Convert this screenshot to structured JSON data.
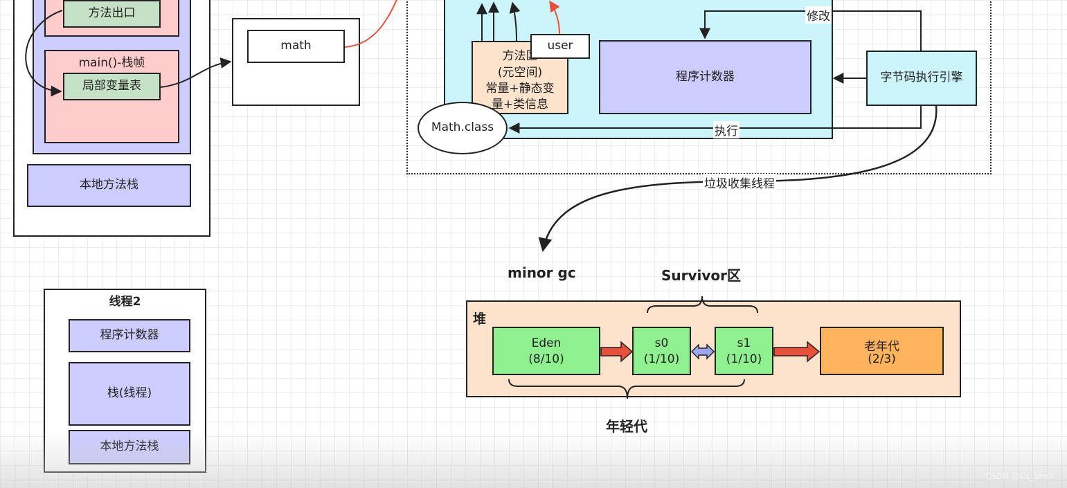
{
  "thread1": {
    "method_exit": "方法出口",
    "main_frame": "main()-栈帧",
    "local_vars": "局部变量表",
    "native_stack": "本地方法栈"
  },
  "heap_object": {
    "label": "math"
  },
  "method_area": {
    "title_line1": "方法区",
    "title_line2": "(元空间)",
    "title_line3": "常量+静态变",
    "title_line4": "量+类信息",
    "user": "user",
    "math_class": "Math.class",
    "program_counter": "程序计数器",
    "bytecode_engine": "字节码执行引擎",
    "modify": "修改",
    "execute": "执行"
  },
  "gc_thread": "垃圾收集线程",
  "heap": {
    "minor_gc": "minor gc",
    "survivor": "Survivor区",
    "title": "堆",
    "eden": {
      "name": "Eden",
      "ratio": "(8/10)"
    },
    "s0": {
      "name": "s0",
      "ratio": "(1/10)"
    },
    "s1": {
      "name": "s1",
      "ratio": "(1/10)"
    },
    "old": {
      "name": "老年代",
      "ratio": "(2/3)"
    },
    "young": "年轻代"
  },
  "thread2": {
    "title": "线程2",
    "program_counter": "程序计数器",
    "stack": "栈(线程)",
    "native_stack": "本地方法栈"
  },
  "watermark": "CSDN @Cc_shell"
}
